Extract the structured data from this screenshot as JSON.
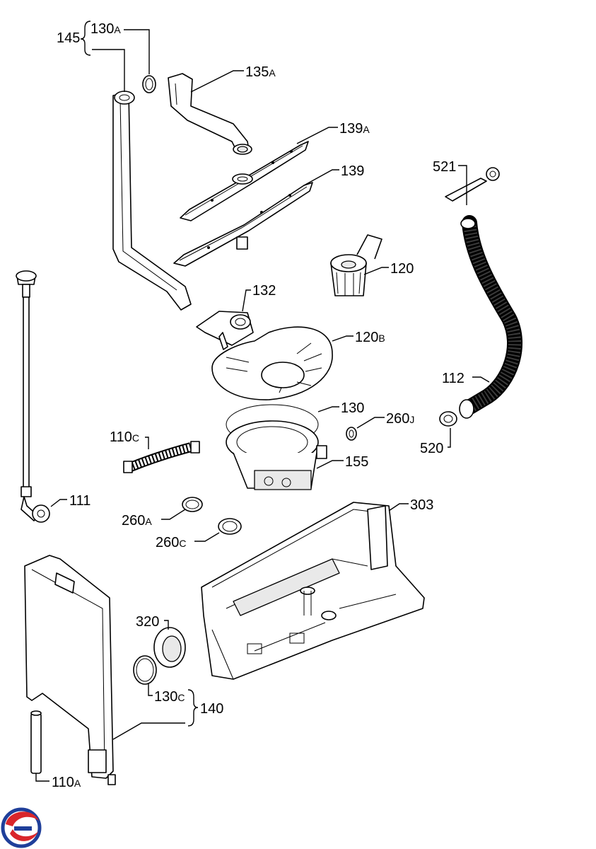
{
  "labels": {
    "l145": "145",
    "l130a": "130",
    "l130a_s": "A",
    "l135a": "135",
    "l135a_s": "A",
    "l139a": "139",
    "l139a_s": "A",
    "l139": "139",
    "l521": "521",
    "l120": "120",
    "l132": "132",
    "l120b": "120",
    "l120b_s": "B",
    "l112": "112",
    "l130": "130",
    "l260j": "260",
    "l260j_s": "J",
    "l110c": "110",
    "l110c_s": "C",
    "l520": "520",
    "l155": "155",
    "l111": "111",
    "l303": "303",
    "l260a": "260",
    "l260a_s": "A",
    "l260c": "260",
    "l260c_s": "C",
    "l320": "320",
    "l130c": "130",
    "l130c_s": "C",
    "l140": "140",
    "l110a": "110",
    "l110a_s": "A"
  },
  "colors": {
    "logo_red": "#d9262b",
    "logo_blue": "#1f3f9a"
  },
  "icons": {
    "logo": "brand-logo-icon"
  }
}
